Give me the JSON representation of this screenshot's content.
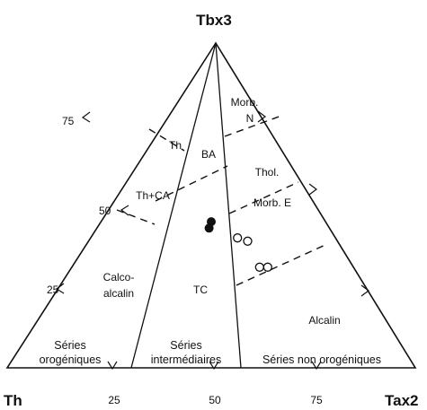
{
  "chart_data": {
    "type": "ternary",
    "vertices": {
      "top": "Tbx3",
      "left": "Th",
      "right": "Tax2"
    },
    "tick_labels": {
      "left_edge": [
        "75",
        "50",
        "25"
      ],
      "bottom_edge": [
        "25",
        "50",
        "75"
      ]
    },
    "field_labels": [
      "Morb.",
      "N",
      "Th",
      "BA",
      "Thol.",
      "Th+CA",
      "Morb. E",
      "Calco-",
      "alcalin",
      "TC",
      "Alcalin"
    ],
    "bottom_labels": [
      "Séries",
      "orogéniques",
      "Séries",
      "intermédiaires",
      "Séries non orogéniques"
    ],
    "filled_points": [
      {
        "tax2": 27,
        "tbx3": 45
      },
      {
        "tax2": 27.5,
        "tbx3": 43
      }
    ],
    "open_points": [
      {
        "tax2": 36,
        "tbx3": 40
      },
      {
        "tax2": 39,
        "tbx3": 39
      },
      {
        "tax2": 46,
        "tbx3": 31
      },
      {
        "tax2": 48,
        "tbx3": 31
      }
    ]
  }
}
